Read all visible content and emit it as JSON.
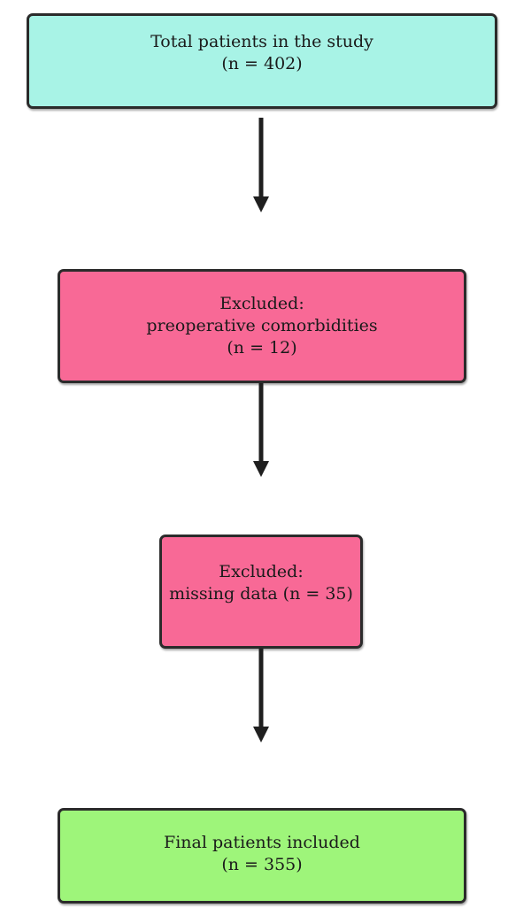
{
  "flowchart": {
    "total": {
      "line1": "Total patients in the study",
      "line2": "(n = 402)",
      "color": "#a8f3e6"
    },
    "excluded_comorbidities": {
      "line1": "Excluded:",
      "line2": "preoperative comorbidities",
      "line3": "(n = 12)",
      "color": "#f86996"
    },
    "excluded_missing": {
      "line1": "Excluded:",
      "line2": "missing data (n = 35)",
      "color": "#f86996"
    },
    "final": {
      "line1": "Final patients included",
      "line2": "(n = 355)",
      "color": "#9ef57a"
    }
  }
}
